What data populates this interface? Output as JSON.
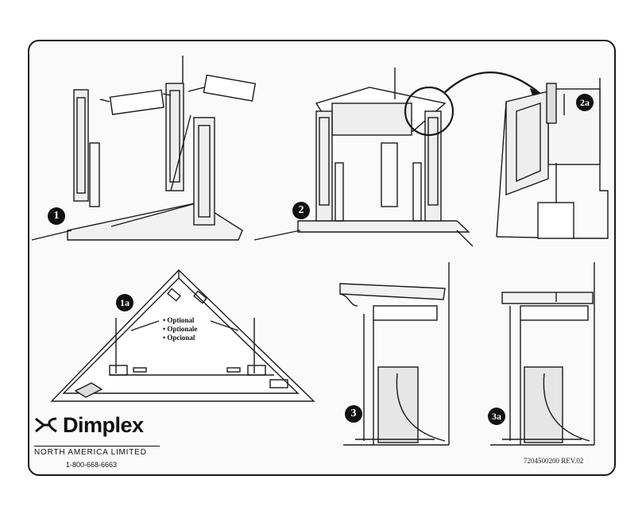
{
  "steps": {
    "s1": "1",
    "s1a": "1a",
    "s2": "2",
    "s2a": "2a",
    "s3": "3",
    "s3a": "3a"
  },
  "options": [
    "Optional",
    "Optionale",
    "Opcional"
  ],
  "brand": {
    "name": "Dimplex",
    "subtitle": "NORTH AMERICA LIMITED",
    "phone": "1-800-668-6663"
  },
  "doc_code": "7204500200 REV.02",
  "colors": {
    "ink": "#111111",
    "paper": "#fafafa"
  }
}
